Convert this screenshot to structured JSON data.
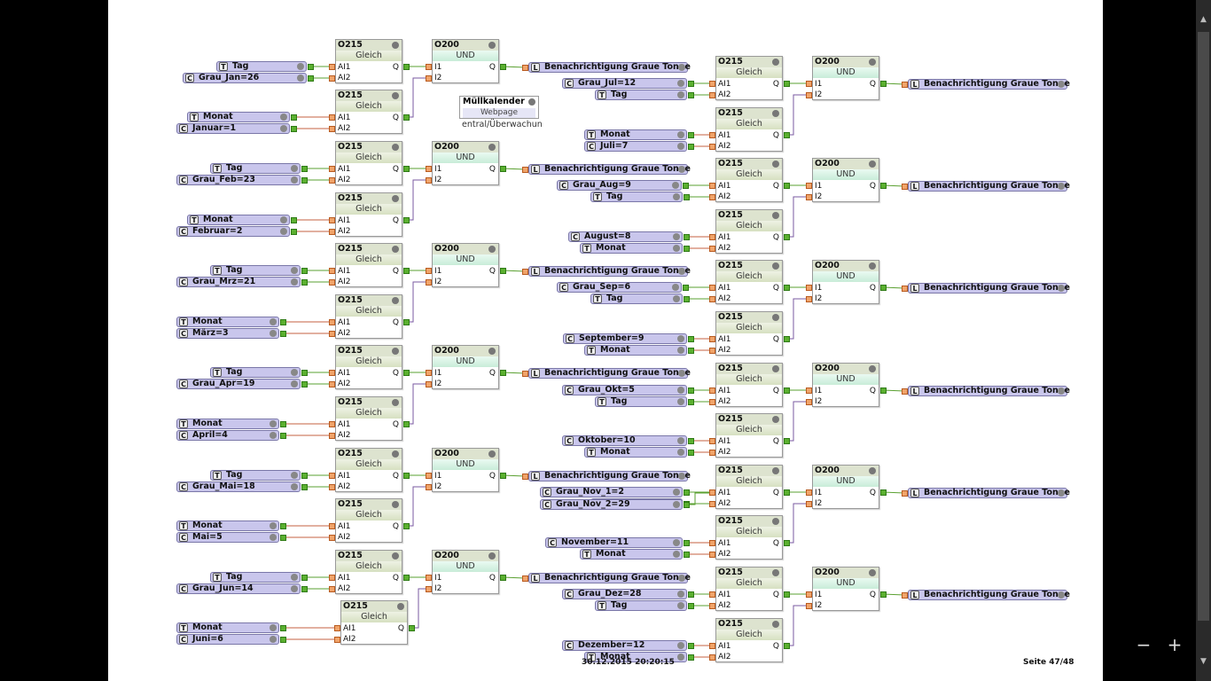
{
  "footer": {
    "date": "30.12.2015 20:20:15",
    "page": "Seite 47/48"
  },
  "zoom": {
    "minus": "−",
    "plus": "+"
  },
  "webpage_block": {
    "title": "Müllkalender",
    "subtitle": "Webpage",
    "path": "entral/Überwachun"
  },
  "labels": {
    "gleich": "Gleich",
    "und": "UND",
    "ai1": "AI1",
    "ai2": "AI2",
    "i1": "I1",
    "i2": "I2",
    "q": "Q"
  },
  "months": [
    {
      "grau": "Grau_Jan=26",
      "monat": "Januar=1"
    },
    {
      "grau": "Grau_Feb=23",
      "monat": "Februar=2"
    },
    {
      "grau": "Grau_Mrz=21",
      "monat": "März=3"
    },
    {
      "grau": "Grau_Apr=19",
      "monat": "April=4"
    },
    {
      "grau": "Grau_Mai=18",
      "monat": "Mai=5"
    },
    {
      "grau": "Grau_Jun=14",
      "monat": "Juni=6"
    },
    {
      "grau": "Grau_Jul=12",
      "monat": "Juli=7"
    },
    {
      "grau": "Grau_Aug=9",
      "monat": "August=8"
    },
    {
      "grau": "Grau_Sep=6",
      "monat": "September=9"
    },
    {
      "grau": "Grau_Okt=5",
      "monat": "Oktober=10"
    },
    {
      "grau": "Grau_Nov_1=2",
      "grau2": "Grau_Nov_2=29",
      "monat": "November=11"
    },
    {
      "grau": "Grau_Dez=28",
      "monat": "Dezember=12"
    }
  ],
  "common": {
    "tag": "Tag",
    "monat": "Monat",
    "out": "Benachrichtigung Graue Tonne",
    "o215": "O215",
    "o200": "O200"
  },
  "types": {
    "t": "T",
    "c": "C",
    "l": "L"
  }
}
